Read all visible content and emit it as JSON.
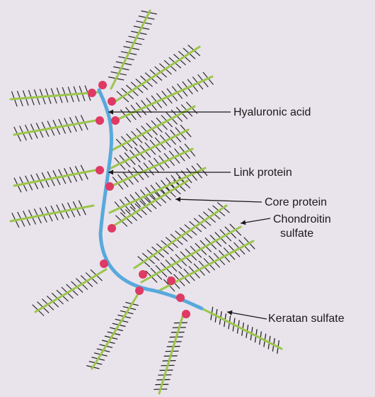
{
  "labels": {
    "hyaluronic_acid": "Hyaluronic acid",
    "link_protein": "Link protein",
    "core_protein": "Core protein",
    "chondroitin_line1": "Chondroitin",
    "chondroitin_line2": "sulfate",
    "keratan_sulfate": "Keratan sulfate"
  },
  "colors": {
    "background": "#e9e3ec",
    "hyaluronic_acid": "#58a9dc",
    "core_protein": "#9bc64a",
    "link_protein": "#de3a63",
    "chondroitin_ticks": "#2b2b2b",
    "keratan_ticks": "#1a1a1a"
  }
}
